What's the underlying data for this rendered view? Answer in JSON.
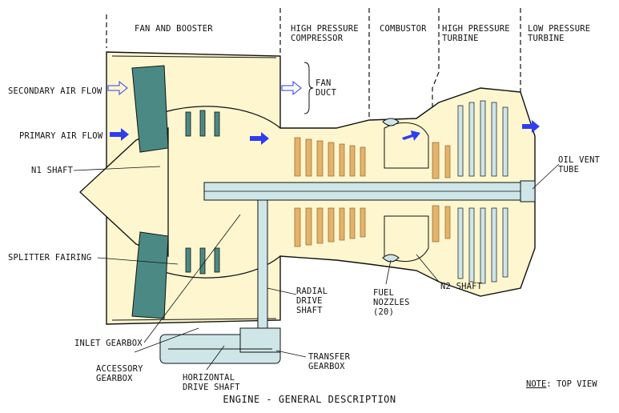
{
  "section_headers": {
    "fan": "FAN AND BOOSTER",
    "hpc": "HIGH PRESSURE\nCOMPRESSOR",
    "combustor": "COMBUSTOR",
    "hpt": "HIGH PRESSURE\nTURBINE",
    "lpt": "LOW PRESSURE\nTURBINE"
  },
  "labels": {
    "secondary_air": "SECONDARY AIR FLOW",
    "primary_air": "PRIMARY AIR FLOW",
    "n1_shaft": "N1 SHAFT",
    "splitter": "SPLITTER FAIRING",
    "inlet_gearbox": "INLET GEARBOX",
    "accessory_gearbox": "ACCESSORY\nGEARBOX",
    "horizontal_shaft": "HORIZONTAL\nDRIVE SHAFT",
    "radial_shaft": "RADIAL\nDRIVE\nSHAFT",
    "fuel_nozzles": "FUEL\nNOZZLES\n(20)",
    "n2_shaft": "N2 SHAFT",
    "transfer_gearbox": "TRANSFER\nGEARBOX",
    "fan_duct": "FAN\nDUCT",
    "oil_vent": "OIL VENT\nTUBE"
  },
  "note": {
    "prefix": "NOTE",
    "text": ": TOP VIEW"
  },
  "caption": "ENGINE - GENERAL DESCRIPTION",
  "colors": {
    "casing_fill": "#fdf6cf",
    "fan_blade": "#4b8a84",
    "compressor_blade": "#e6b26a",
    "shaft_fill": "#cfe6e8",
    "flow_arrow": "#2e3df0",
    "line": "#111111"
  }
}
